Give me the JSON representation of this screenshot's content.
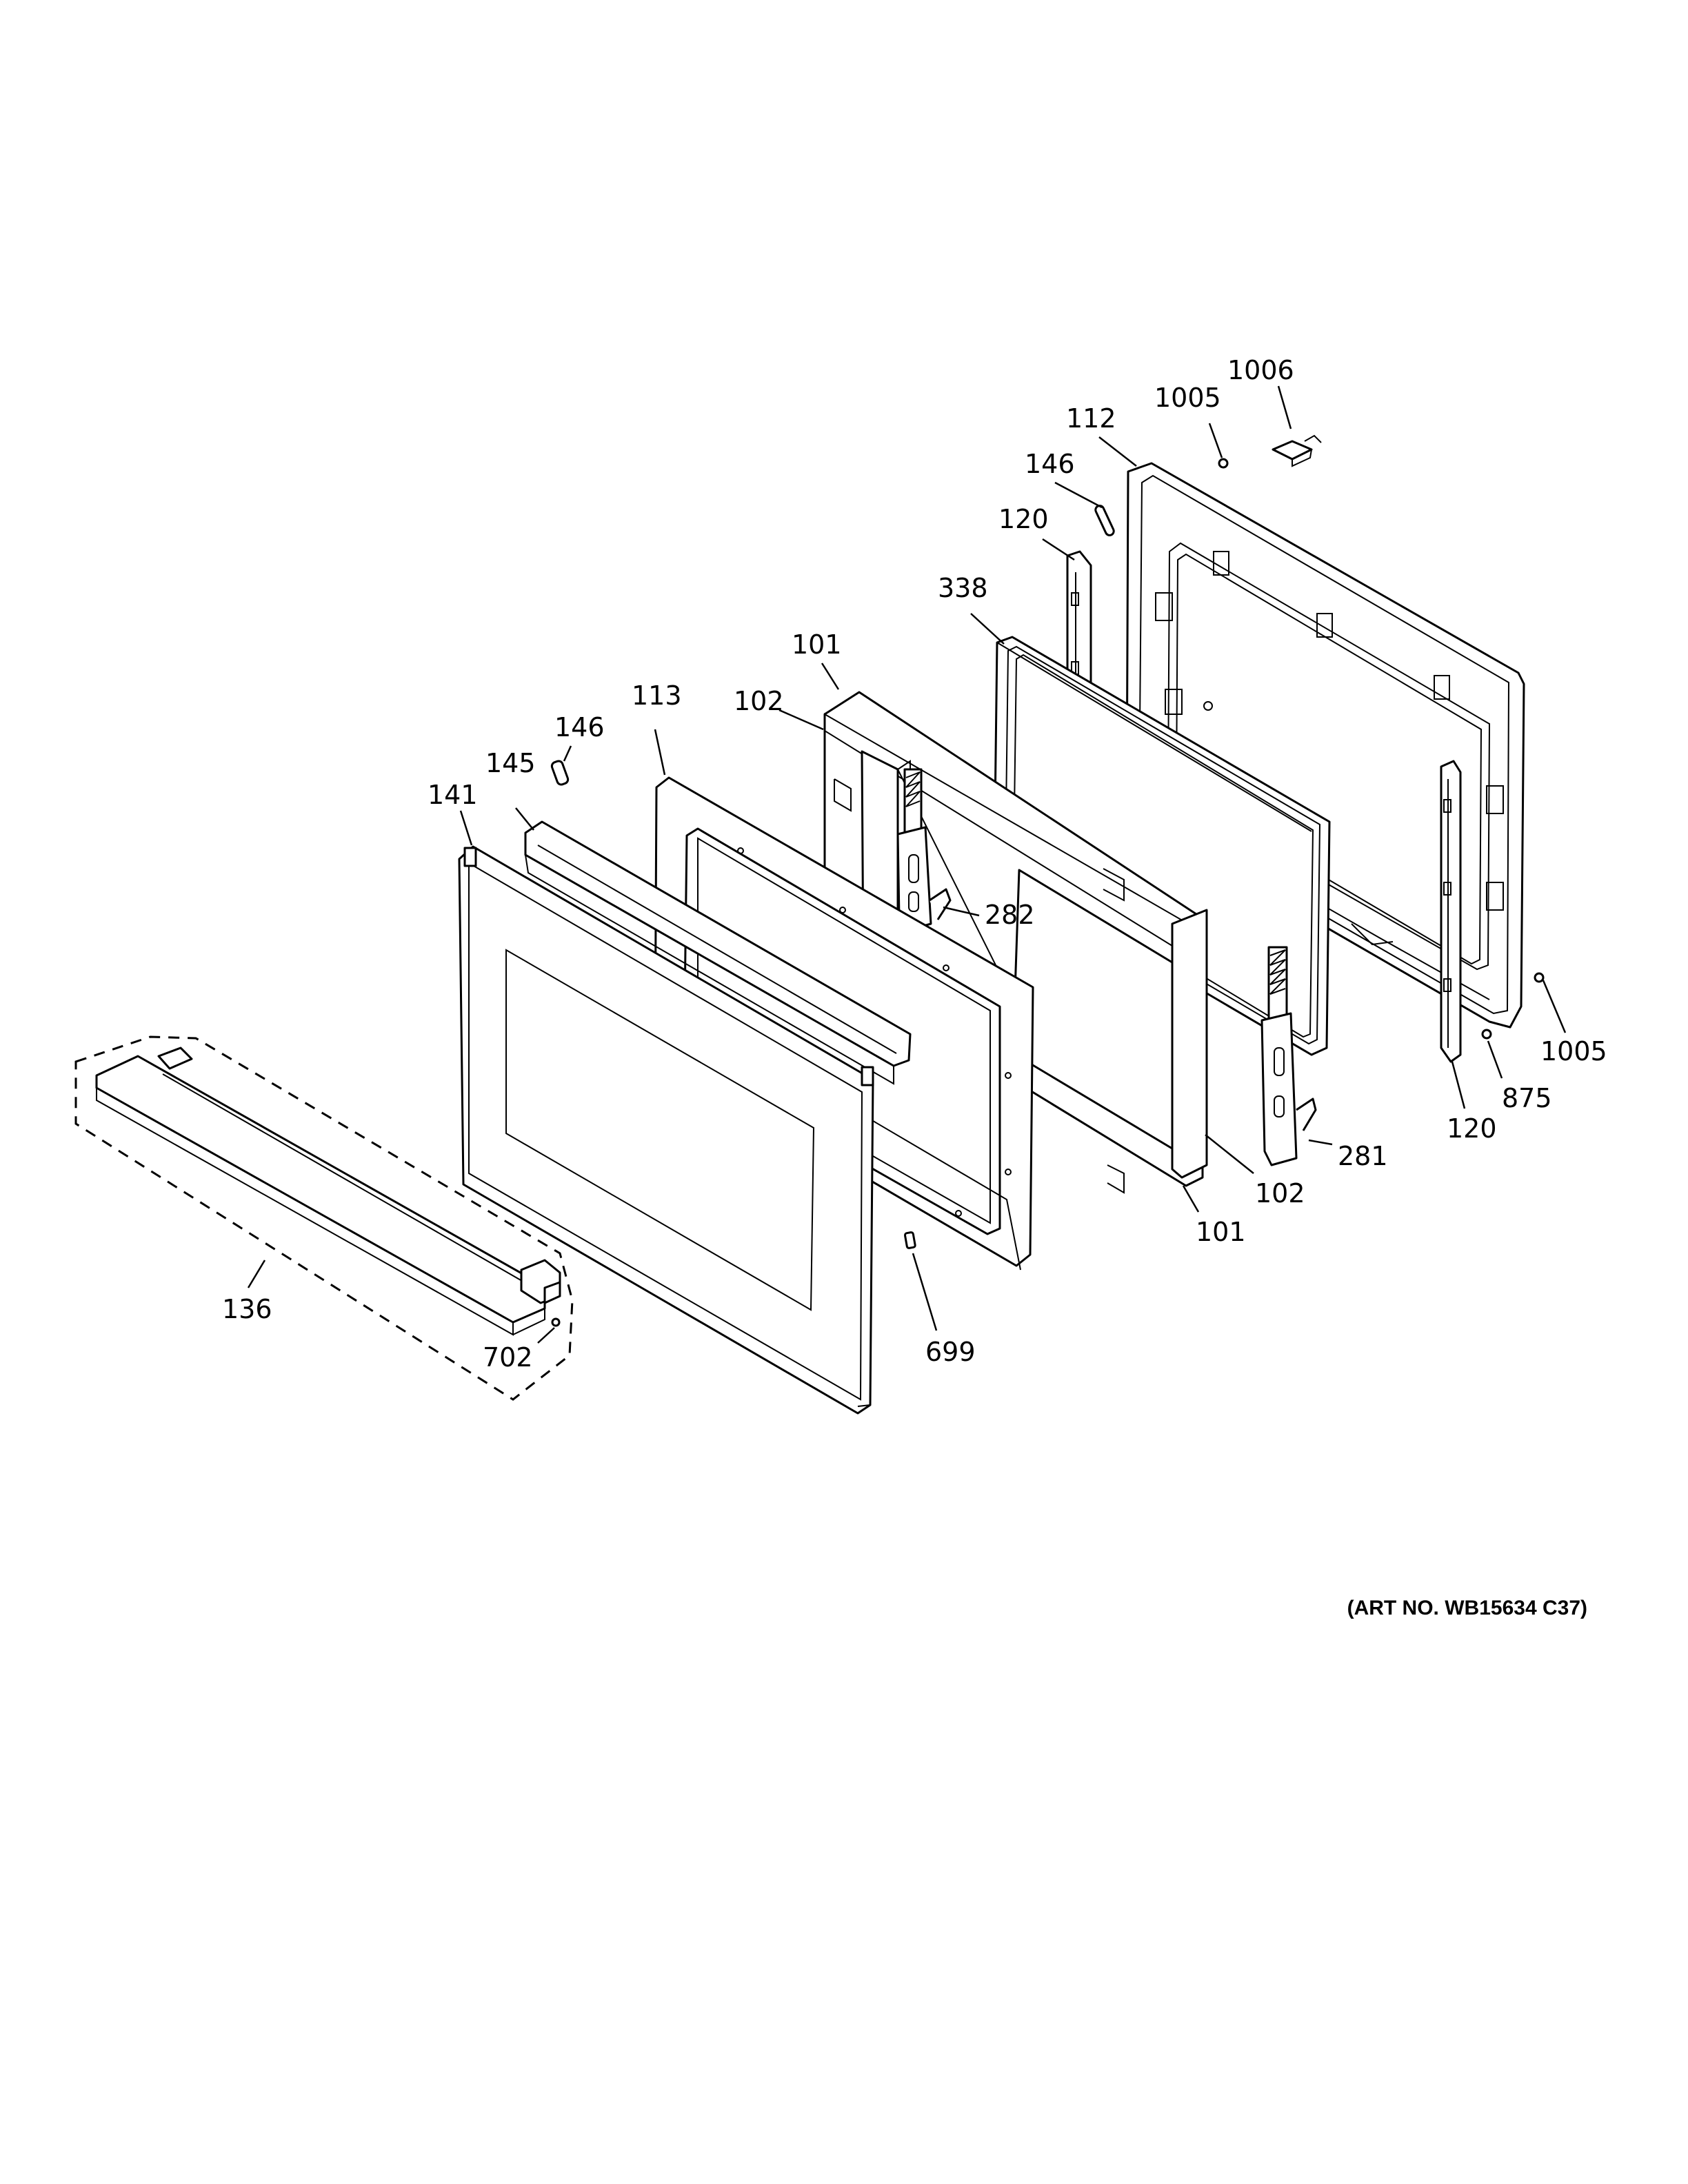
{
  "diagram": {
    "art_number": "(ART NO. WB15634 C37)",
    "callouts": {
      "c1006": "1006",
      "c1005_top": "1005",
      "c112": "112",
      "c146_top": "146",
      "c120_left": "120",
      "c338": "338",
      "c101_top": "101",
      "c102_top": "102",
      "c113": "113",
      "c146_left": "146",
      "c145": "145",
      "c141": "141",
      "c282": "282",
      "c1005_right": "1005",
      "c875": "875",
      "c120_right": "120",
      "c281": "281",
      "c102_bottom": "102",
      "c101_bottom": "101",
      "c136": "136",
      "c702": "702",
      "c699": "699"
    }
  }
}
